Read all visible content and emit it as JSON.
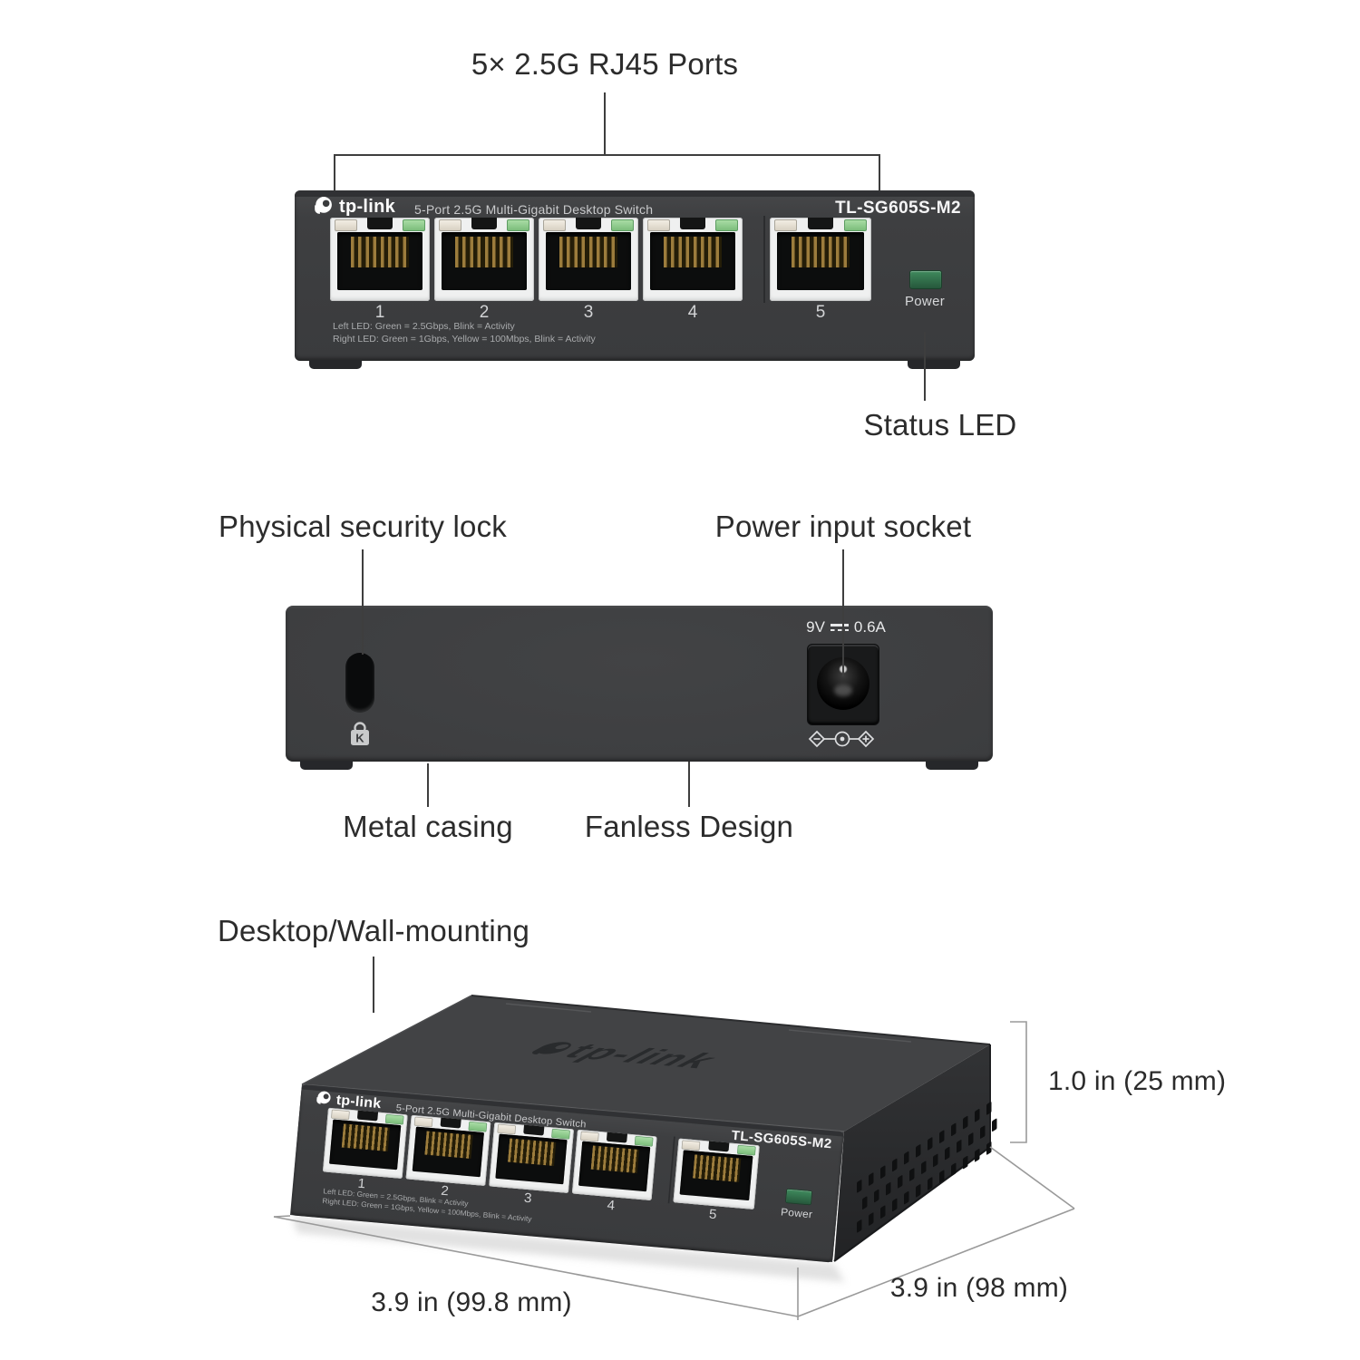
{
  "annotations": {
    "ports_label": "5× 2.5G RJ45 Ports",
    "status_led_label": "Status LED",
    "security_lock_label": "Physical security lock",
    "power_socket_label": "Power input socket",
    "metal_casing_label": "Metal casing",
    "fanless_label": "Fanless Design",
    "mounting_label": "Desktop/Wall-mounting"
  },
  "device": {
    "brand": "tp-link",
    "model": "TL-SG605S-M2",
    "panel_title": "5-Port 2.5G Multi-Gigabit Desktop Switch",
    "port_numbers": [
      "1",
      "2",
      "3",
      "4",
      "5"
    ],
    "led_legend": {
      "line1": "Left LED: Green = 2.5Gbps, Blink = Activity",
      "line2": "Right LED: Green = 1Gbps, Yellow = 100Mbps, Blink = Activity"
    },
    "power_led_label": "Power",
    "power_rating": {
      "volts": "9V",
      "amps": "0.6A"
    },
    "kensington_k": "K"
  },
  "dimensions": {
    "height": "1.0 in (25 mm)",
    "depth": "3.9 in (98 mm)",
    "width": "3.9 in (99.8 mm)"
  },
  "colors": {
    "case_gray": "#3e3f41",
    "port_bezel": "#eff0f0",
    "led_green": "#7cbd7b",
    "led_white": "#e3ddd2",
    "power_led_green": "#2d6b47",
    "annotation_text": "#2c2c2c"
  }
}
